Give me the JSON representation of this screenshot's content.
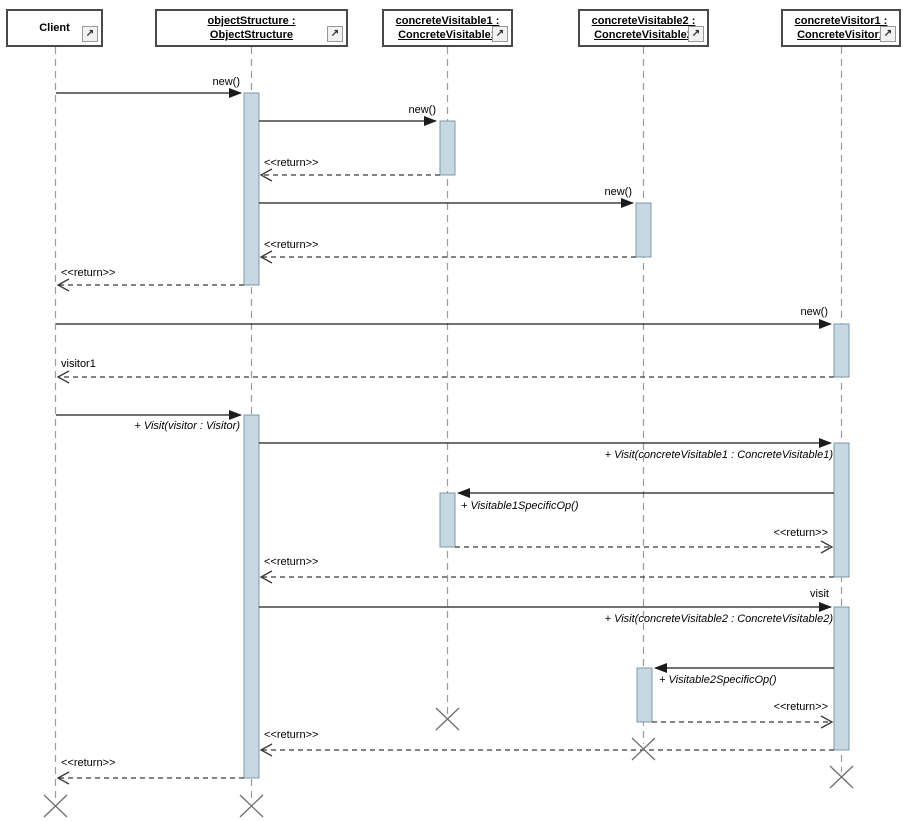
{
  "lifelines": [
    {
      "id": "client",
      "line1": "Client",
      "line2": "",
      "underlined": false
    },
    {
      "id": "objectStructure",
      "line1": "objectStructure :",
      "line2": "ObjectStructure",
      "underlined": true
    },
    {
      "id": "concreteVisitable1",
      "line1": "concreteVisitable1 :",
      "line2": "ConcreteVisitable1",
      "underlined": true
    },
    {
      "id": "concreteVisitable2",
      "line1": "concreteVisitable2 :",
      "line2": "ConcreteVisitable2",
      "underlined": true
    },
    {
      "id": "concreteVisitor1",
      "line1": "concreteVisitor1 :",
      "line2": "ConcreteVisitor1",
      "underlined": true
    }
  ],
  "icons": {
    "corner_glyph": "↗",
    "corner_name": "external-link-icon",
    "destroy_name": "destroy-x-icon"
  },
  "messages": [
    {
      "label": "new()",
      "from": "Client",
      "to": "objectStructure",
      "kind": "call"
    },
    {
      "label": "new()",
      "from": "objectStructure",
      "to": "concreteVisitable1",
      "kind": "call"
    },
    {
      "label": "<<return>>",
      "from": "concreteVisitable1",
      "to": "objectStructure",
      "kind": "return"
    },
    {
      "label": "new()",
      "from": "objectStructure",
      "to": "concreteVisitable2",
      "kind": "call"
    },
    {
      "label": "<<return>>",
      "from": "concreteVisitable2",
      "to": "objectStructure",
      "kind": "return"
    },
    {
      "label": "<<return>>",
      "from": "objectStructure",
      "to": "Client",
      "kind": "return"
    },
    {
      "label": "new()",
      "from": "Client",
      "to": "concreteVisitor1",
      "kind": "call"
    },
    {
      "label": "visitor1",
      "from": "concreteVisitor1",
      "to": "Client",
      "kind": "return"
    },
    {
      "label": "+ Visit(visitor : Visitor)",
      "from": "Client",
      "to": "objectStructure",
      "kind": "call"
    },
    {
      "label": "+ Visit(concreteVisitable1 : ConcreteVisitable1)",
      "from": "objectStructure",
      "to": "concreteVisitor1",
      "kind": "call"
    },
    {
      "label": "+ Visitable1SpecificOp()",
      "from": "concreteVisitor1",
      "to": "concreteVisitable1",
      "kind": "call"
    },
    {
      "label": "<<return>>",
      "from": "concreteVisitable1",
      "to": "concreteVisitor1",
      "kind": "return"
    },
    {
      "label": "<<return>>",
      "from": "concreteVisitor1",
      "to": "objectStructure",
      "kind": "return"
    },
    {
      "label": "visit",
      "from": "objectStructure",
      "to": "concreteVisitor1",
      "kind": "call-name"
    },
    {
      "label": "+ Visit(concreteVisitable2 : ConcreteVisitable2)",
      "from": "objectStructure",
      "to": "concreteVisitor1",
      "kind": "call"
    },
    {
      "label": "+ Visitable2SpecificOp()",
      "from": "concreteVisitor1",
      "to": "concreteVisitable2",
      "kind": "call"
    },
    {
      "label": "<<return>>",
      "from": "concreteVisitable2",
      "to": "concreteVisitor1",
      "kind": "return"
    },
    {
      "label": "<<return>>",
      "from": "concreteVisitor1",
      "to": "objectStructure",
      "kind": "return"
    },
    {
      "label": "<<return>>",
      "from": "objectStructure",
      "to": "Client",
      "kind": "return"
    }
  ],
  "colors": {
    "background": "#ffffff",
    "header_border": "#4a4a4a",
    "activation_fill": "#c8d8e3",
    "activation_border": "#7d98a8",
    "lifeline": "#9b9b9b",
    "call_arrow": "#1c1c1c",
    "return_arrow": "#3a3a3a",
    "destroy_x": "#6f6f6f"
  }
}
